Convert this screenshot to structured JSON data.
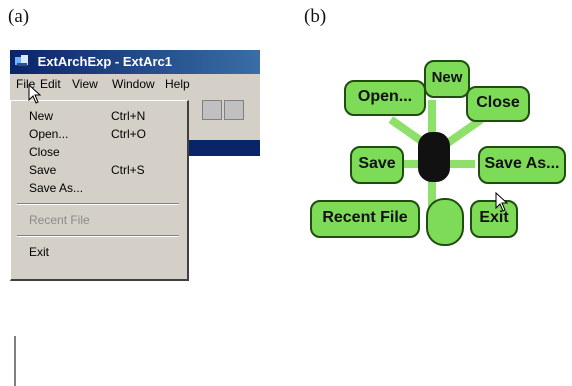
{
  "panels": {
    "a": "(a)",
    "b": "(b)"
  },
  "window": {
    "title": "ExtArchExp - ExtArc1",
    "menubar": [
      "File",
      "Edit",
      "View",
      "Window",
      "Help"
    ],
    "file_menu": [
      {
        "label": "New",
        "shortcut": "Ctrl+N",
        "enabled": true
      },
      {
        "label": "Open...",
        "shortcut": "Ctrl+O",
        "enabled": true
      },
      {
        "label": "Close",
        "shortcut": "",
        "enabled": true
      },
      {
        "label": "Save",
        "shortcut": "Ctrl+S",
        "enabled": true
      },
      {
        "label": "Save As...",
        "shortcut": "",
        "enabled": true
      },
      {
        "label": "Recent File",
        "shortcut": "",
        "enabled": false
      },
      {
        "label": "Exit",
        "shortcut": "",
        "enabled": true
      }
    ]
  },
  "radial_menu": {
    "items": [
      "New",
      "Open...",
      "Close",
      "Save",
      "Save As...",
      "Recent File",
      "Exit"
    ]
  },
  "colors": {
    "radial_fill": "#7ddb57",
    "titlebar": "#0a246a"
  }
}
